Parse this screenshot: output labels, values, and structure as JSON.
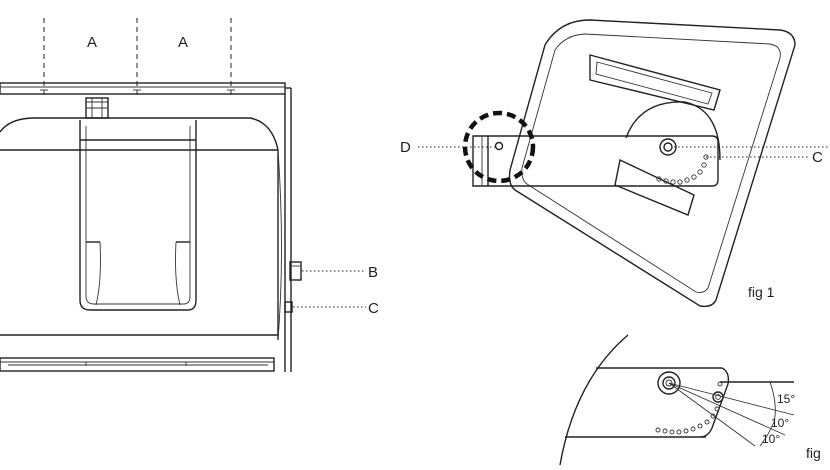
{
  "labels": {
    "mount_a_left": "A",
    "mount_a_right": "A",
    "callout_b": "B",
    "callout_c_left": "C",
    "callout_d": "D",
    "callout_c_right": "C",
    "figure_1": "fig 1",
    "figure_2": "fig"
  },
  "angles": {
    "top": "15°",
    "middle": "10°",
    "bottom": "10°"
  },
  "colors": {
    "stroke": "#222222",
    "background": "#ffffff"
  }
}
